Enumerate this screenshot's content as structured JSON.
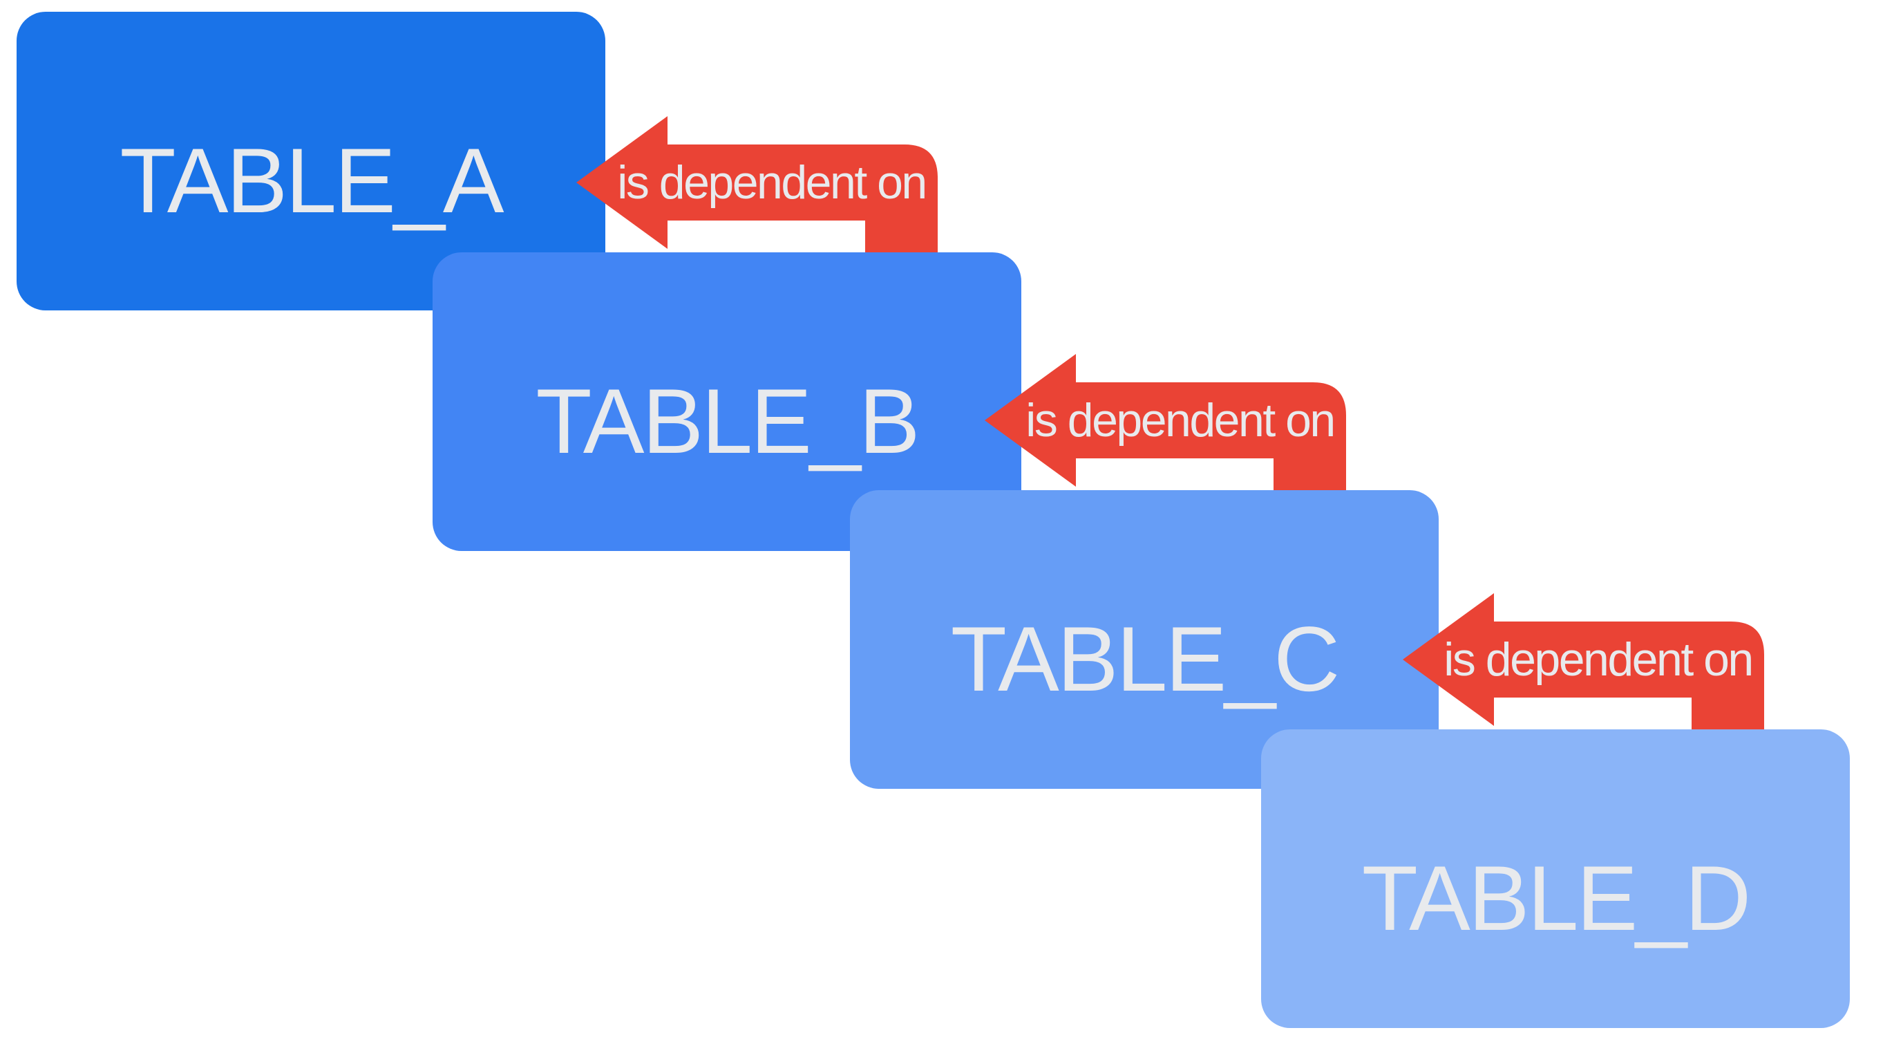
{
  "colors": {
    "table_a": "#1a73e8",
    "table_b": "#4285f4",
    "table_c": "#669df6",
    "table_d": "#8ab4f8",
    "arrow": "#ea4335",
    "label_text": "#e8eaed"
  },
  "tables": [
    {
      "label": "TABLE_A"
    },
    {
      "label": "TABLE_B"
    },
    {
      "label": "TABLE_C"
    },
    {
      "label": "TABLE_D"
    }
  ],
  "arrows": [
    {
      "label": "is dependent on",
      "from": "TABLE_B",
      "to": "TABLE_A"
    },
    {
      "label": "is dependent on",
      "from": "TABLE_C",
      "to": "TABLE_B"
    },
    {
      "label": "is dependent on",
      "from": "TABLE_D",
      "to": "TABLE_C"
    }
  ]
}
